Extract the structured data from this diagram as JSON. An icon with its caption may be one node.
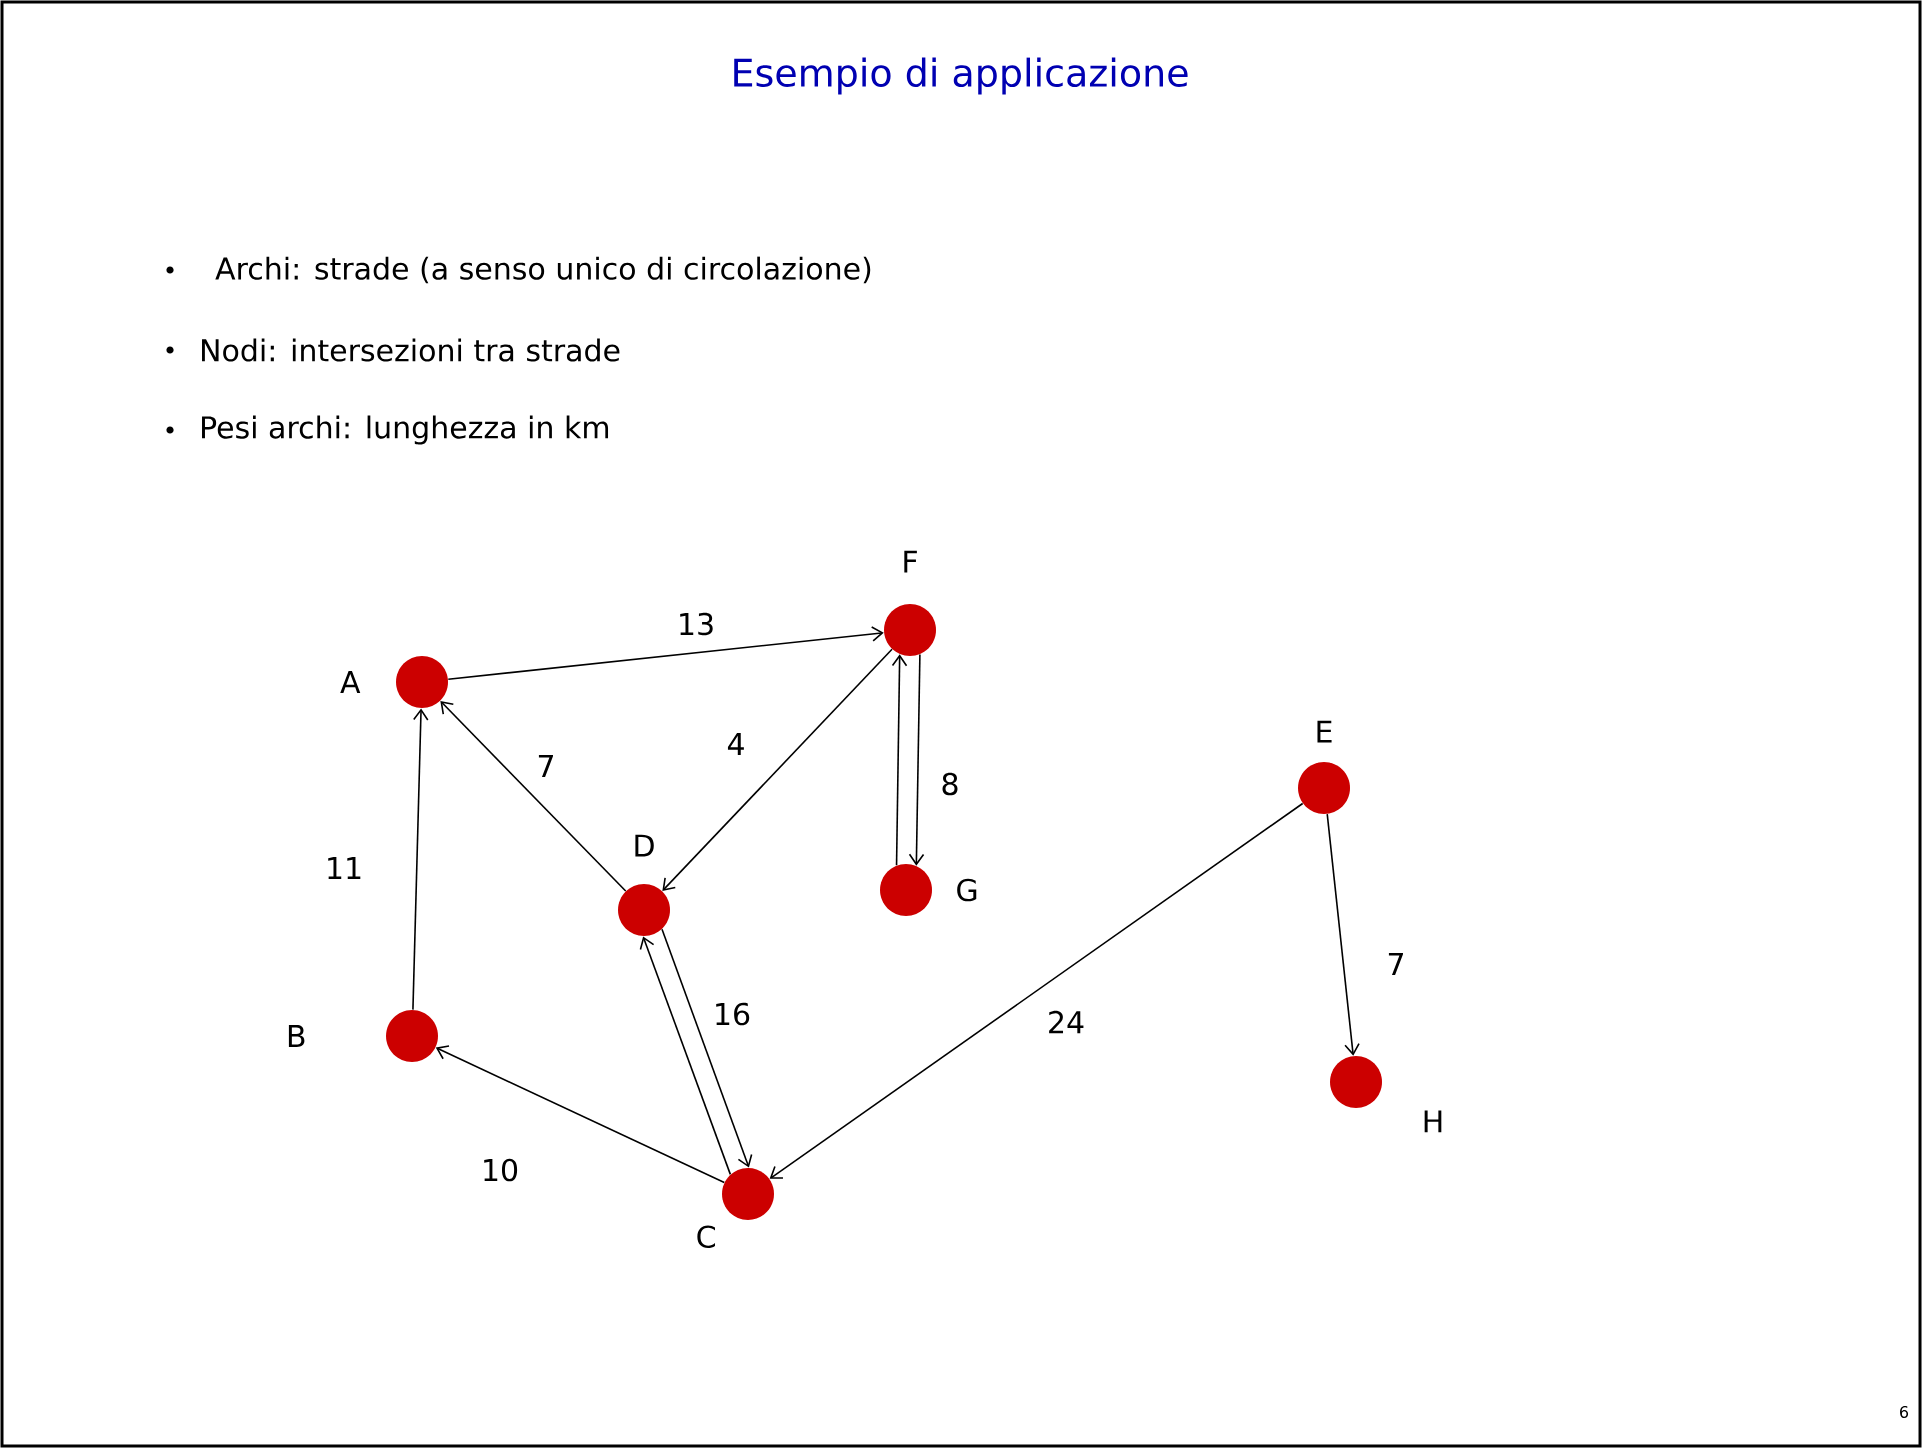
{
  "diagram": {
    "title": "Esempio di applicazione",
    "nodes": [
      {
        "text": [
          "A"
        ]
      },
      {
        "text": [
          "B"
        ]
      },
      {
        "text": [
          "C"
        ]
      },
      {
        "text": [
          "D"
        ]
      },
      {
        "text": [
          "E"
        ]
      },
      {
        "text": [
          "F"
        ]
      },
      {
        "text": [
          "G"
        ]
      },
      {
        "text": [
          "H"
        ]
      }
    ],
    "edges": [
      {
        "from": 0,
        "to": 5,
        "arrow": "to",
        "label": "13"
      },
      {
        "from": 3,
        "to": 0,
        "arrow": "to",
        "label": "7"
      },
      {
        "from": 5,
        "to": 3,
        "arrow": "to",
        "label": "4"
      },
      {
        "from": 5,
        "to": 6,
        "arrow": "to"
      },
      {
        "from": 6,
        "to": 5,
        "arrow": "to",
        "label": "8"
      },
      {
        "from": 1,
        "to": 0,
        "arrow": "to",
        "label": "11"
      },
      {
        "from": 2,
        "to": 1,
        "arrow": "to",
        "label": "10"
      },
      {
        "from": 3,
        "to": 2,
        "arrow": "to"
      },
      {
        "from": 2,
        "to": 3,
        "arrow": "to",
        "label": "16"
      },
      {
        "from": 4,
        "to": 2,
        "arrow": "to",
        "label": "24"
      },
      {
        "from": 4,
        "to": 7,
        "arrow": "to",
        "label": "7"
      }
    ],
    "labels": [
      "Archi: strade (a senso unico di circolazione)",
      "Nodi: intersezioni tra strade",
      "Pesi archi: lunghezza in km",
      "6"
    ]
  }
}
